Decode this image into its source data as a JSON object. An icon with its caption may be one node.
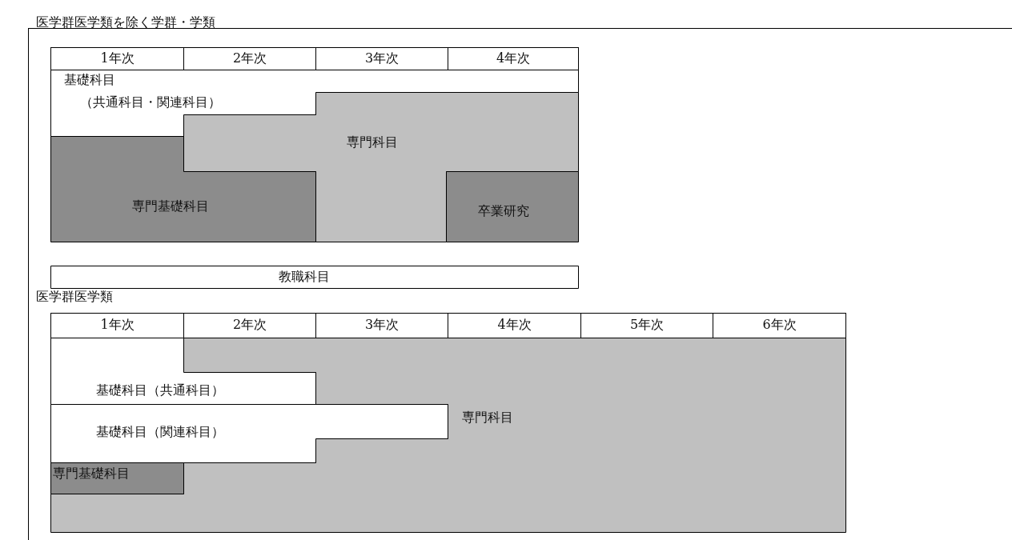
{
  "diagram": {
    "nodes": [
      {
        "text": [
          "基礎科目",
          "（共通科目・関連科目）"
        ]
      },
      {
        "text": [
          "専門科目"
        ]
      },
      {
        "text": [
          "専門基礎科目"
        ]
      },
      {
        "text": [
          "卒業研究"
        ]
      },
      {
        "text": [
          "教職科目"
        ]
      },
      {
        "text": [
          "基礎科目（共通科目）"
        ]
      },
      {
        "text": [
          "基礎科目（関連科目）"
        ]
      },
      {
        "text": [
          "専門科目"
        ]
      },
      {
        "text": [
          "専門基礎科目"
        ]
      }
    ],
    "labels": [
      "医学群医学類を除く学群・学類",
      "1年次",
      "2年次",
      "3年次",
      "4年次",
      "医学群医学類",
      "1年次",
      "2年次",
      "3年次",
      "4年次",
      "5年次",
      "6年次"
    ]
  }
}
